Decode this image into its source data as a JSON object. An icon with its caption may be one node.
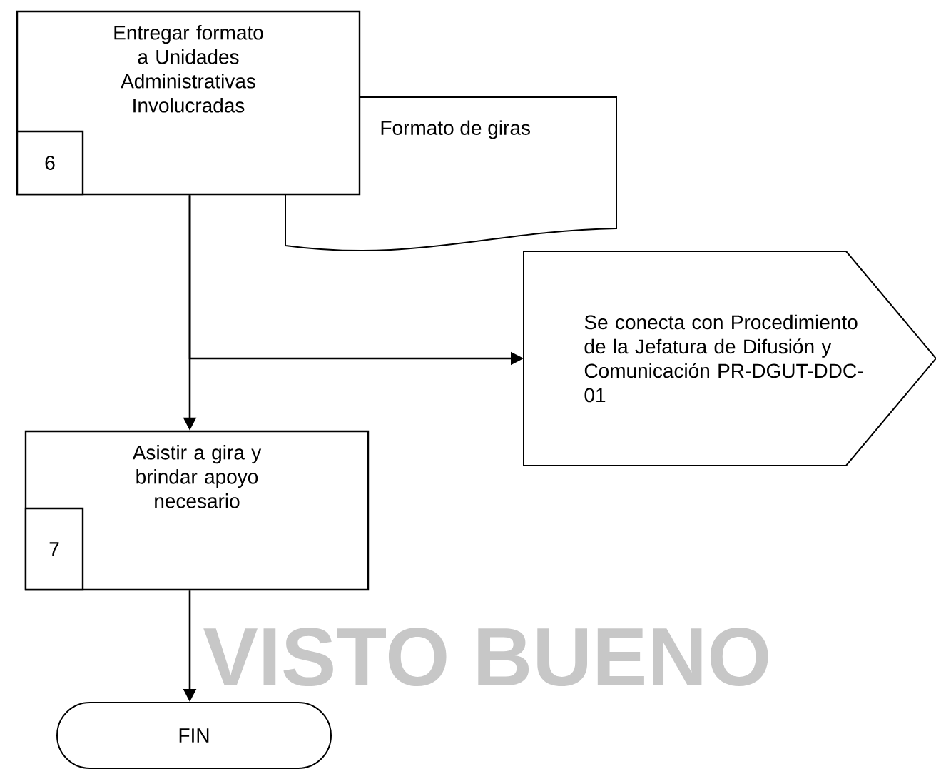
{
  "diagram": {
    "nodes": [
      {
        "text": [
          "Entregar formato a Unidades Administrativas Involucradas"
        ]
      },
      {
        "text": [
          "6"
        ],
        "in": 0
      },
      {
        "text": [
          "Formato de giras"
        ]
      },
      {
        "text": [
          "Se conecta con Procedimiento de la Jefatura de Difusión  y Comunicación PR-DGUT-DDC-01"
        ]
      },
      {
        "text": [
          "Asistir a gira y brindar apoyo necesario"
        ]
      },
      {
        "text": [
          "7"
        ],
        "in": 4
      },
      {
        "text": [
          "FIN"
        ]
      }
    ],
    "edges": [
      {
        "from": 0,
        "to": 4,
        "arrow": "to"
      },
      {
        "from": 0,
        "to": 3,
        "arrow": "to"
      },
      {
        "from": 4,
        "to": 6,
        "arrow": "to"
      }
    ],
    "labels": [
      "VISTO BUENO"
    ]
  }
}
